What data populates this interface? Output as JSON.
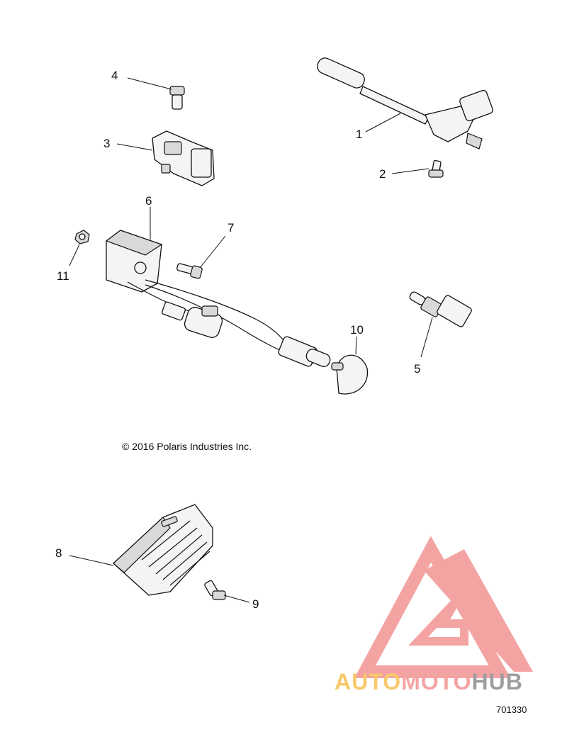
{
  "diagram": {
    "callouts": [
      "1",
      "2",
      "3",
      "4",
      "5",
      "6",
      "7",
      "8",
      "9",
      "10",
      "11"
    ],
    "copyright": "© 2016  Polaris Industries Inc.",
    "figure_number": "701330"
  },
  "watermark": {
    "brand": "AUTOMOTOHUB",
    "colors": {
      "logo": "#f4a3a3",
      "auto": "#f7c96b",
      "moto": "#f4a3a3",
      "hub": "#9e9e9e"
    }
  }
}
